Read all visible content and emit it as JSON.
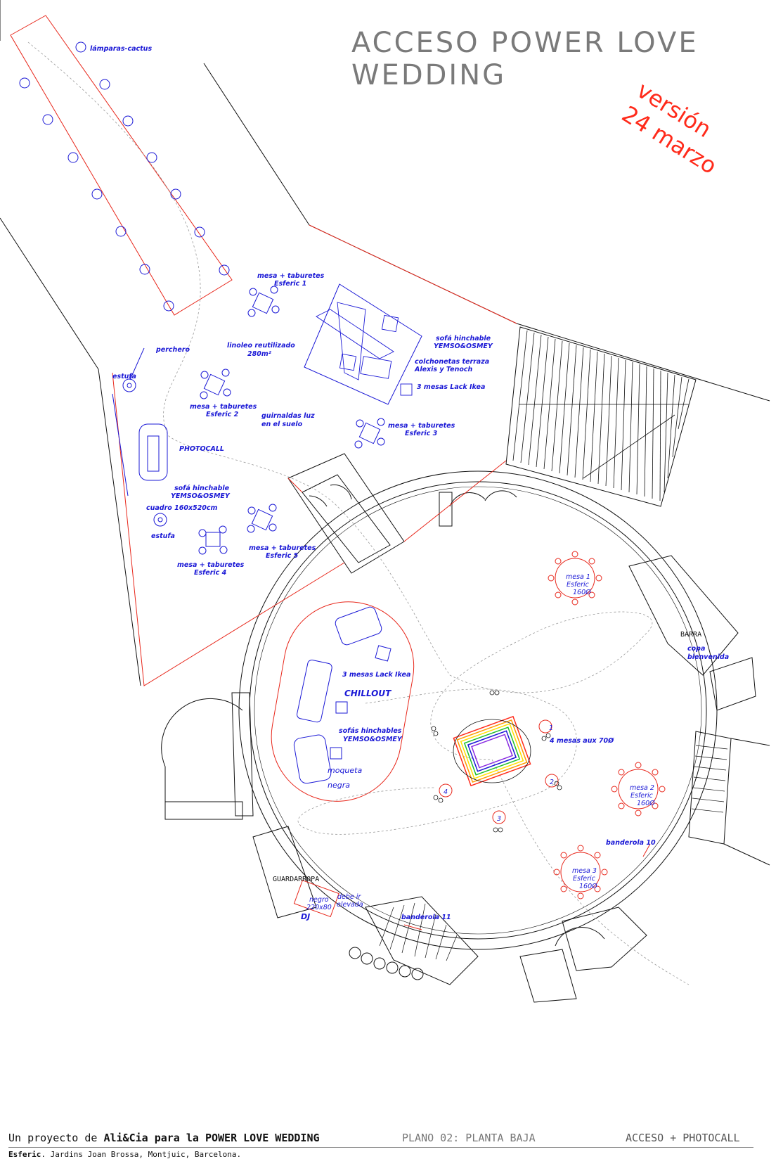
{
  "header": {
    "title": "ACCESO POWER LOVE WEDDING",
    "version_line1": "versión",
    "version_line2": "24 marzo"
  },
  "labels": {
    "lamparas": "lámparas-cactus",
    "mesa1": [
      "mesa + taburetes",
      "Esferic 1"
    ],
    "mesa2": [
      "mesa + taburetes",
      "Esferic 2"
    ],
    "mesa3": [
      "mesa + taburetes",
      "Esferic 3"
    ],
    "mesa4": [
      "mesa + taburetes",
      "Esferic 4"
    ],
    "mesa5": [
      "mesa + taburetes",
      "Esferic 5"
    ],
    "linoleo": [
      "linoleo reutilizado",
      "280m²"
    ],
    "perchero": "perchero",
    "estufa1": "estufa",
    "estufa2": "estufa",
    "guirnaldas": [
      "guirnaldas luz",
      "en el suelo"
    ],
    "photocall": "PHOTOCALL",
    "sofa1": [
      "sofá hinchable",
      "YEMSO&OSMEY"
    ],
    "cuadro": "cuadro 160x520cm",
    "sofa2": [
      "sofá hinchable",
      "YEMSO&OSMEY"
    ],
    "colchonetas": [
      "colchonetas terraza",
      "Alexis y Tenoch"
    ],
    "lack1": "3 mesas Lack Ikea",
    "lack2": "3 mesas Lack Ikea",
    "chillout": "CHILLOUT",
    "sofas": [
      "sofás hinchables",
      "YEMSO&OSMEY"
    ],
    "moqueta": [
      "moqueta",
      "negra"
    ],
    "mesas_aux": "4 mesas aux 70Ø",
    "aux_numbers": [
      "1",
      "2",
      "3",
      "4"
    ],
    "round1": [
      "mesa 1",
      "Esferic",
      "160Ø"
    ],
    "round2": [
      "mesa 2",
      "Esferic",
      "160Ø"
    ],
    "round3": [
      "mesa 3",
      "Esferic",
      "160Ø"
    ],
    "barra": "BARRA",
    "copa": [
      "copa",
      "bienvenida"
    ],
    "banderola10": "banderola 10",
    "banderola11": "banderola 11",
    "guardarropa": "GUARDARROPA",
    "dj": "DJ",
    "negro": [
      "negro",
      "220x80"
    ],
    "elevada": [
      "debe ir",
      "elevada"
    ]
  },
  "footer": {
    "line1_prefix": "Un proyecto de ",
    "line1_bold": "Ali&Cia para la POWER LOVE WEDDING",
    "plano": "PLANO 02: PLANTA BAJA",
    "acceso": "ACCESO + PHOTOCALL",
    "line2_bold": "Esferic",
    "line2_rest": ". Jardins Joan Brossa, Montjuic, Barcelona."
  },
  "colors": {
    "blue": "#1a18d6",
    "red": "#e8271b",
    "black": "#111111",
    "grey": "#7a7a7a"
  }
}
